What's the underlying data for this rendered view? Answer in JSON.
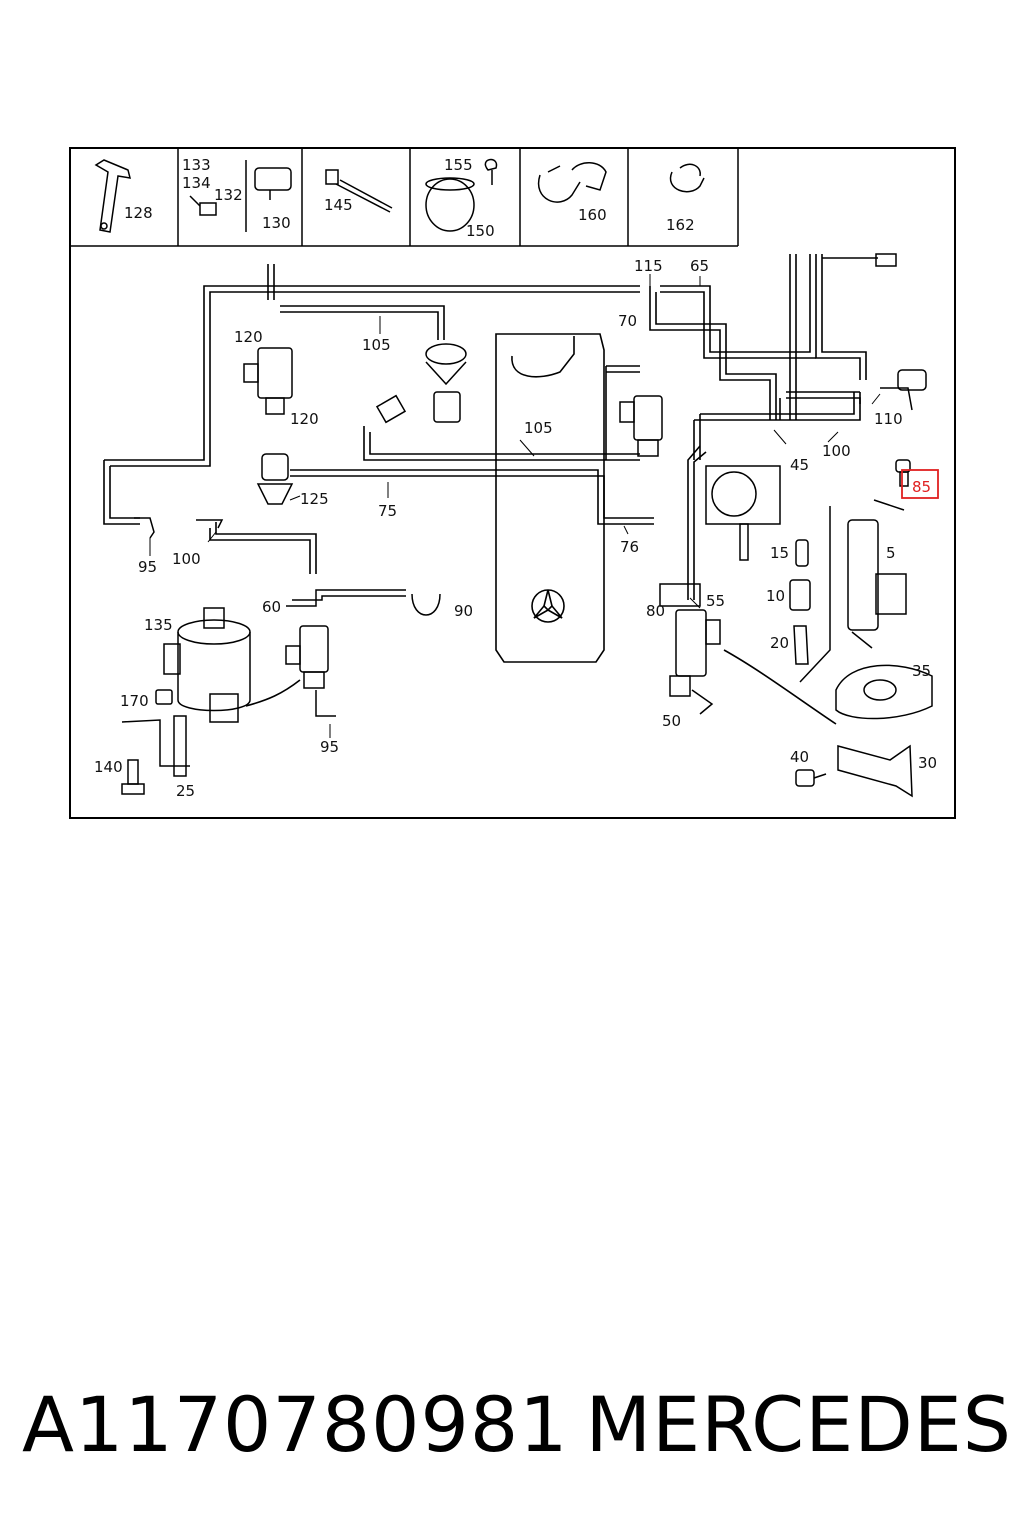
{
  "diagram": {
    "legend_callouts": [
      "128",
      "133",
      "134",
      "132",
      "130",
      "145",
      "155",
      "150",
      "160",
      "162"
    ],
    "callouts": [
      "115",
      "65",
      "70",
      "120",
      "105",
      "120",
      "125",
      "75",
      "105",
      "95",
      "100",
      "110",
      "100",
      "45",
      "76",
      "85",
      "5",
      "15",
      "10",
      "20",
      "60",
      "90",
      "135",
      "170",
      "95",
      "140",
      "25",
      "80",
      "55",
      "50",
      "35",
      "40",
      "30"
    ],
    "highlighted_callout": "85",
    "highlight_color": "#e02020",
    "logo": "mercedes-star-logo"
  },
  "caption": {
    "part_number": "A1170780981",
    "brand": "MERCEDES"
  }
}
